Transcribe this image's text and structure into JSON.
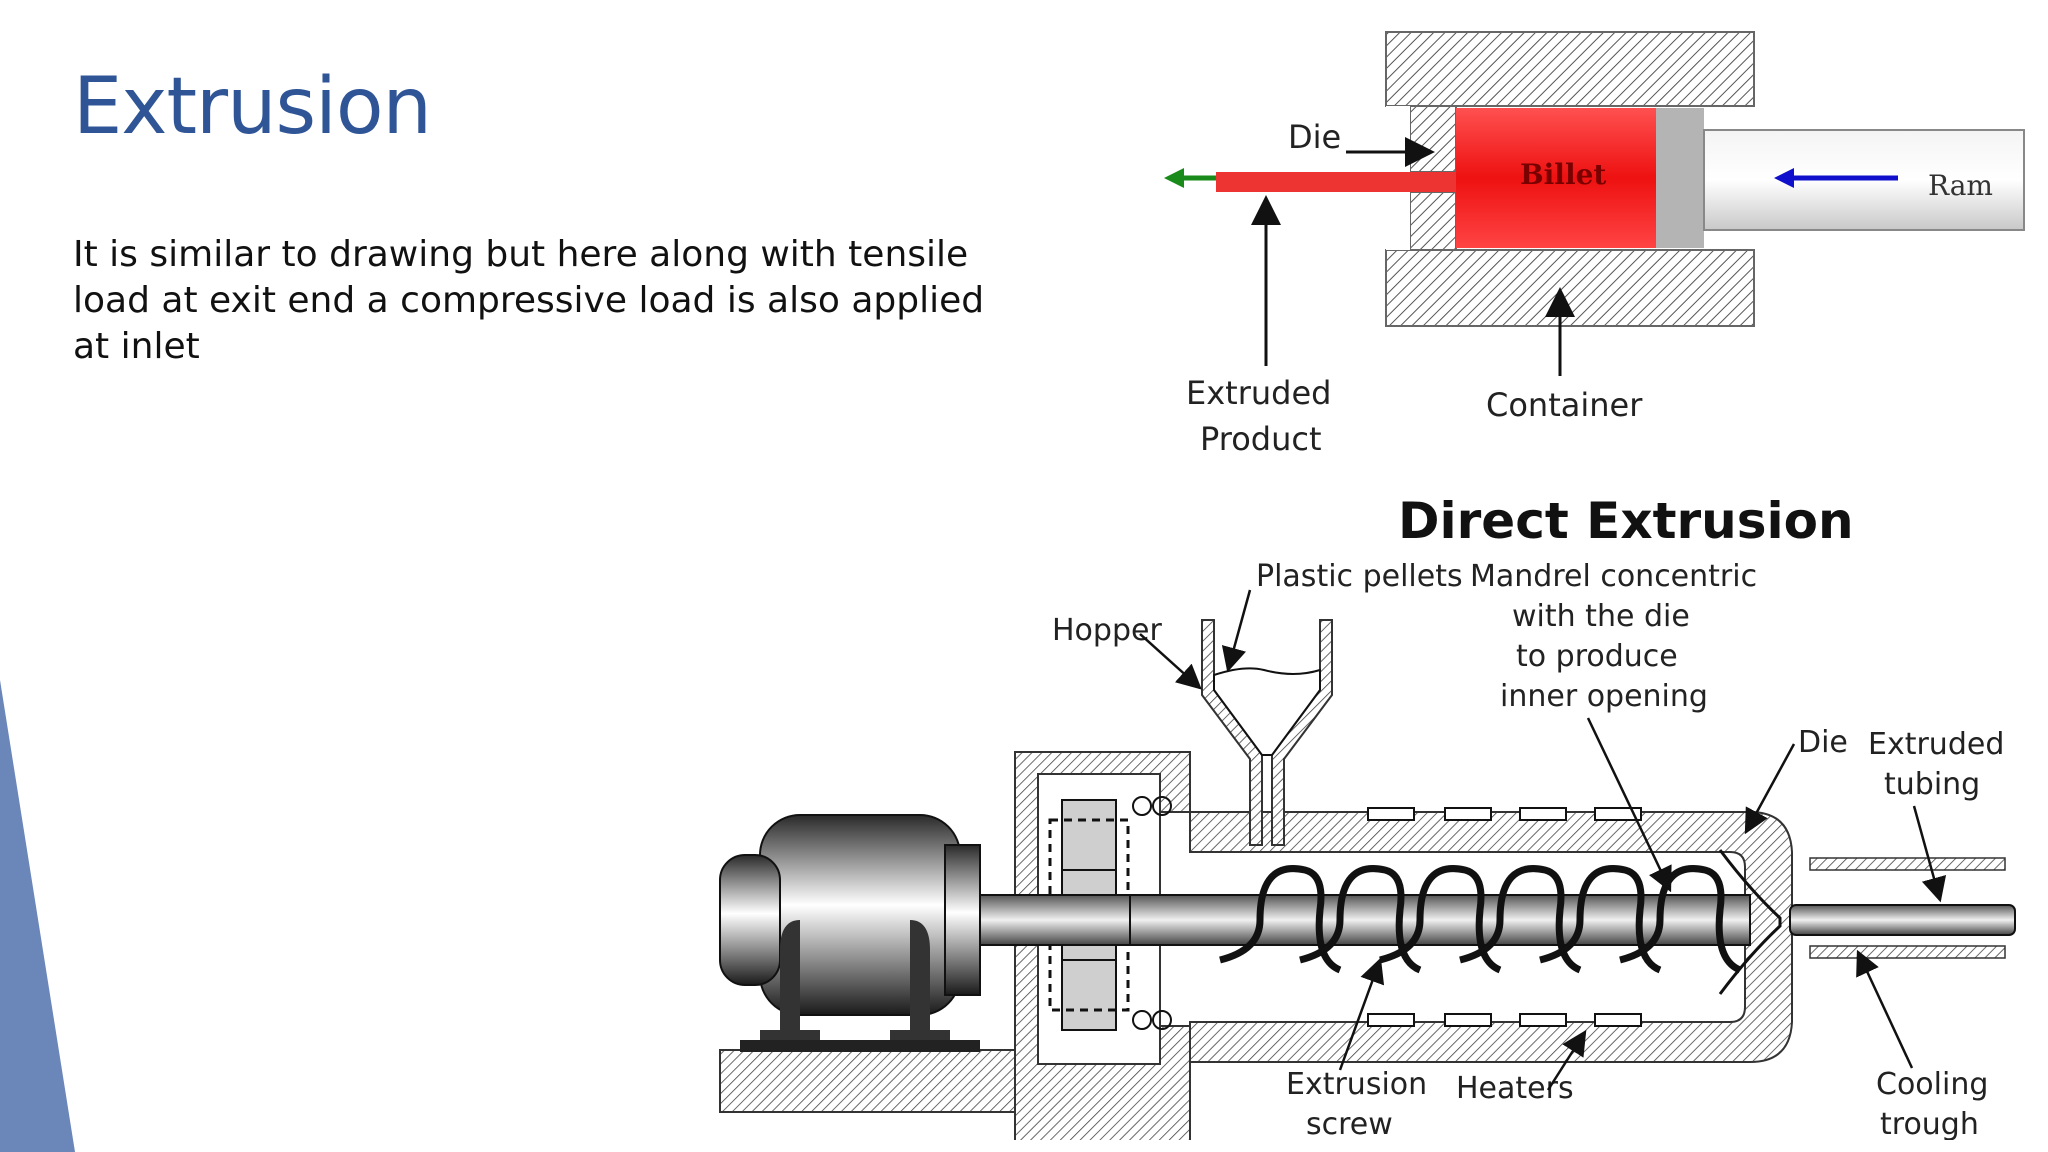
{
  "slide": {
    "title": "Extrusion",
    "body": "It is similar to drawing but here along with tensile load at exit end a compressive load is also applied at inlet",
    "accent_color": "#6b86b8",
    "title_color": "#2f5597"
  },
  "top_figure": {
    "caption": "Direct Extrusion",
    "labels": {
      "die": "Die",
      "billet": "Billet",
      "ram": "Ram",
      "extruded_line1": "Extruded",
      "extruded_line2": "Product",
      "container": "Container"
    },
    "colors": {
      "billet": "#ee1c1c",
      "arrow_out": "#1a8a1a",
      "arrow_ram": "#1010cc"
    }
  },
  "bottom_figure": {
    "labels": {
      "hopper": "Hopper",
      "pellets": "Plastic pellets",
      "mandrel_1": "Mandrel concentric",
      "mandrel_2": "with the die",
      "mandrel_3": "to produce",
      "mandrel_4": "inner opening",
      "die": "Die",
      "tubing_1": "Extruded",
      "tubing_2": "tubing",
      "screw_1": "Extrusion",
      "screw_2": "screw",
      "heaters": "Heaters",
      "cooling_1": "Cooling",
      "cooling_2": "trough"
    }
  }
}
